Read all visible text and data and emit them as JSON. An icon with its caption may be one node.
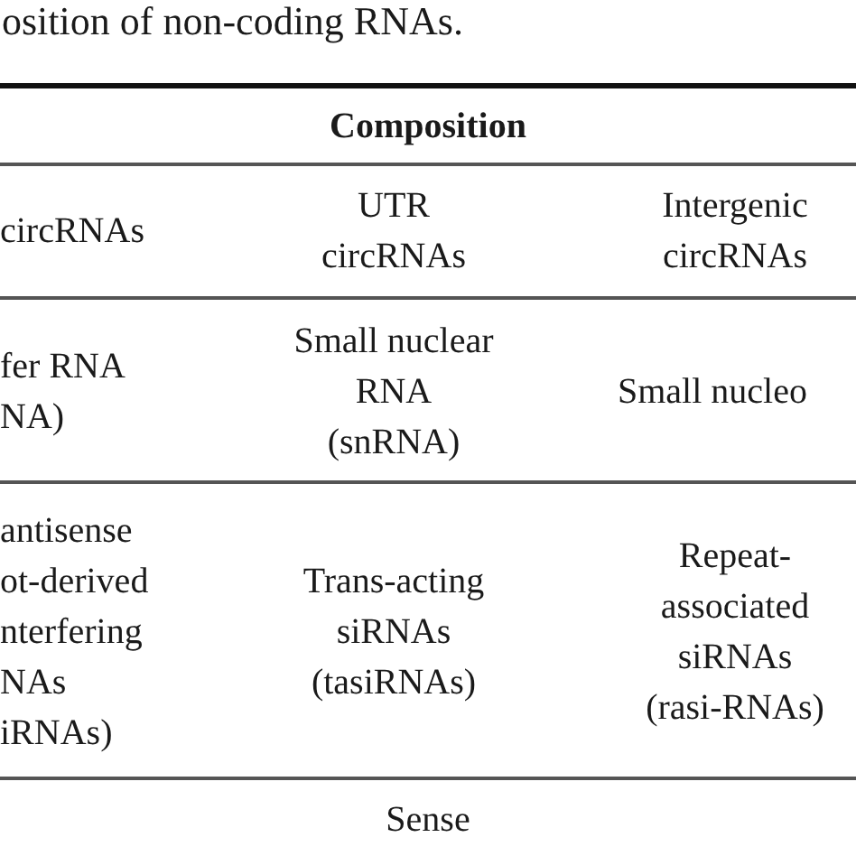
{
  "diagram": {
    "title": "osition of non-coding RNAs.",
    "labels": [
      "Composition",
      "circRNAs",
      "UTR circRNAs",
      "Intergenic circRNAs",
      "fer RNA NA)",
      "Small nuclear RNA (snRNA)",
      "Small nucleo",
      "antisense ot-derived nterfering NAs iRNAs)",
      "Trans-acting siRNAs (tasiRNAs)",
      "Repeat- associated siRNAs (rasi-RNAs)",
      "Sense"
    ]
  }
}
